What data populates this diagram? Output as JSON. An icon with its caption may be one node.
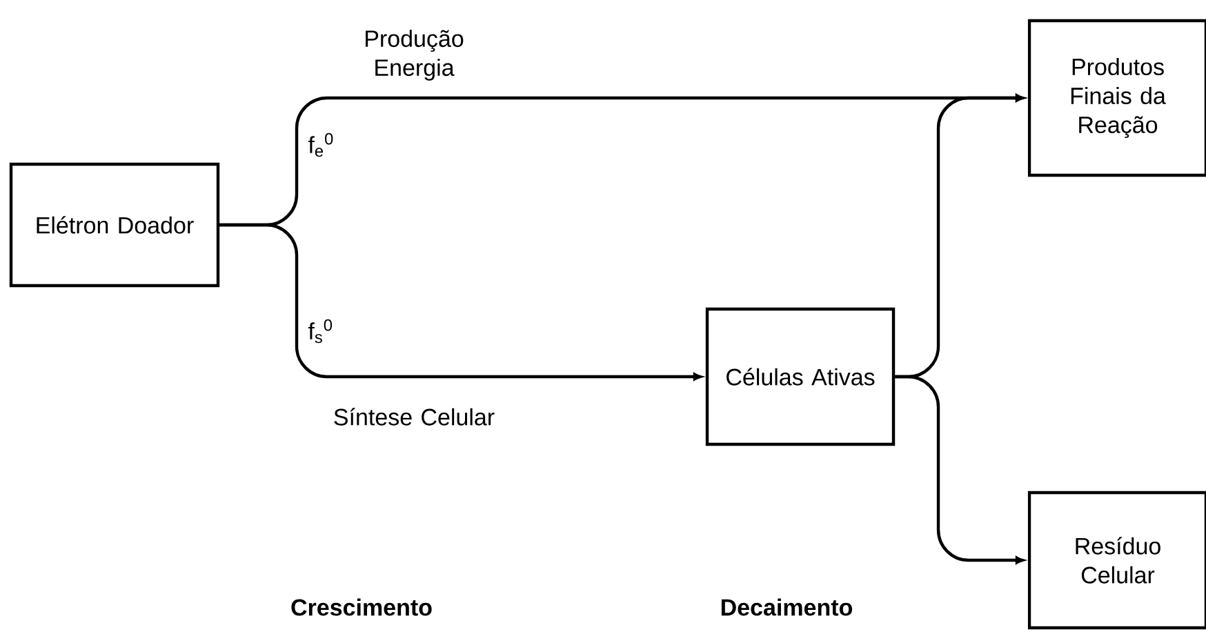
{
  "diagram": {
    "nodes": [
      {
        "text": [
          "Elétron Doador"
        ]
      },
      {
        "text": [
          "Produtos Finais da Reação"
        ]
      },
      {
        "text": [
          "Células Ativas"
        ]
      },
      {
        "text": [
          "Resíduo Celular"
        ]
      }
    ],
    "edges": [
      {
        "from": 0,
        "to": 1,
        "arrow": "to",
        "label": "Produção Energia"
      },
      {
        "from": 0,
        "to": 2,
        "arrow": "to",
        "label": "Síntese Celular"
      },
      {
        "from": 2,
        "to": 1,
        "arrow": "to"
      },
      {
        "from": 2,
        "to": 3,
        "arrow": "to"
      }
    ],
    "labels": [
      "f$_{e}$$^{0}$",
      "f$_{s}$$^{0}$",
      "Crescimento",
      "Decaimento"
    ]
  }
}
